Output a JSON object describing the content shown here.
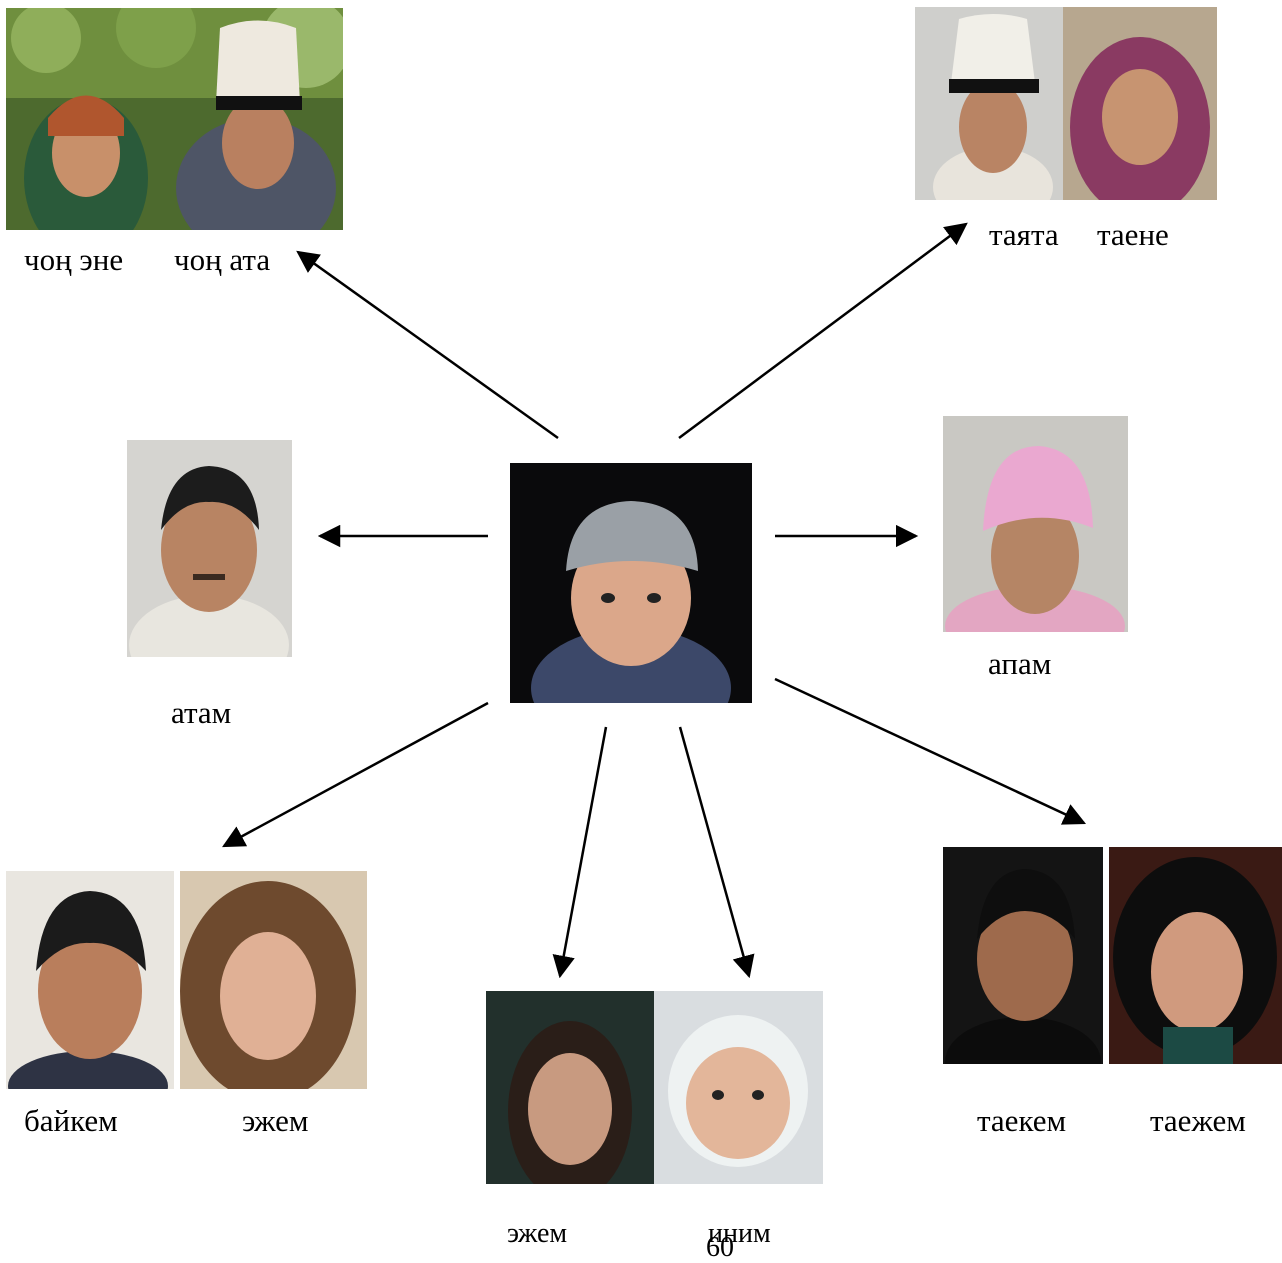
{
  "labels": {
    "chon_ene": "чоң эне",
    "chon_ata": "чоң ата",
    "tayata": "таята",
    "taene": "таене",
    "atam": "атам",
    "apam": "апам",
    "baykem": "байкем",
    "ezhem_left": "эжем",
    "ezhem_bottom": "эжем",
    "inim": "иним",
    "taekem": "таекем",
    "taezhem": "таежем"
  },
  "page_number": "60"
}
